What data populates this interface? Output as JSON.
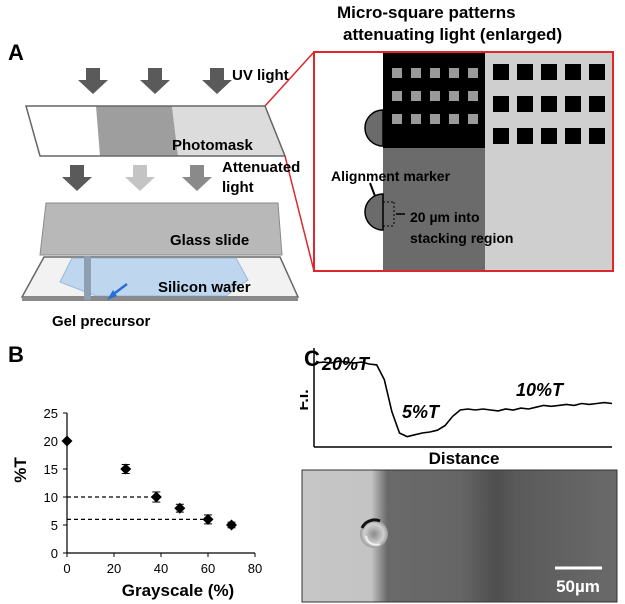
{
  "panel_a": {
    "letter": "A",
    "uv_label": "UV light",
    "photomask_label": "Photomask",
    "attenuated_label_1": "Attenuated",
    "attenuated_label_2": "light",
    "glass_label": "Glass slide",
    "wafer_label": "Silicon wafer",
    "gel_label": "Gel precursor",
    "inset_title_1": "Micro-square patterns",
    "inset_title_2": "attenuating light (enlarged)",
    "alignment_label": "Alignment marker",
    "offset_label_1": "20 µm into",
    "offset_label_2": "stacking region",
    "colors": {
      "inset_border": "#e0262b",
      "arrow": "#5a5a5a",
      "gel": "#bcd6ee",
      "blue_arrow": "#2a6fd6"
    }
  },
  "panel_b": {
    "letter": "B",
    "chart_data": {
      "type": "scatter",
      "xlabel": "Grayscale (%)",
      "ylabel": "%T",
      "xlim": [
        0,
        80
      ],
      "ylim": [
        0,
        25
      ],
      "x_ticks": [
        "0",
        "20",
        "40",
        "60",
        "80"
      ],
      "y_ticks": [
        "0",
        "5",
        "10",
        "15",
        "20",
        "25"
      ],
      "points": [
        {
          "x": 0,
          "y": 20,
          "err": 0
        },
        {
          "x": 25,
          "y": 15,
          "err": 0.8
        },
        {
          "x": 38,
          "y": 10,
          "err": 0.9
        },
        {
          "x": 48,
          "y": 8,
          "err": 0.7
        },
        {
          "x": 60,
          "y": 6,
          "err": 0.8
        },
        {
          "x": 70,
          "y": 5,
          "err": 0.5
        }
      ],
      "reference_lines_y": [
        10,
        6
      ],
      "grid": false
    }
  },
  "panel_c": {
    "letter": "C",
    "chart_data": {
      "type": "line",
      "xlabel": "Distance",
      "ylabel": "F.I.",
      "annotations": [
        "20%T",
        "5%T",
        "10%T"
      ],
      "profile": [
        0.88,
        0.89,
        0.88,
        0.9,
        0.89,
        0.88,
        0.89,
        0.87,
        0.86,
        0.7,
        0.35,
        0.12,
        0.08,
        0.1,
        0.12,
        0.13,
        0.15,
        0.2,
        0.3,
        0.37,
        0.38,
        0.37,
        0.38,
        0.37,
        0.36,
        0.38,
        0.37,
        0.39,
        0.38,
        0.4,
        0.42,
        0.41,
        0.42,
        0.43,
        0.42,
        0.44,
        0.43,
        0.44,
        0.45,
        0.44
      ]
    },
    "scale_bar_label": "50µm"
  }
}
